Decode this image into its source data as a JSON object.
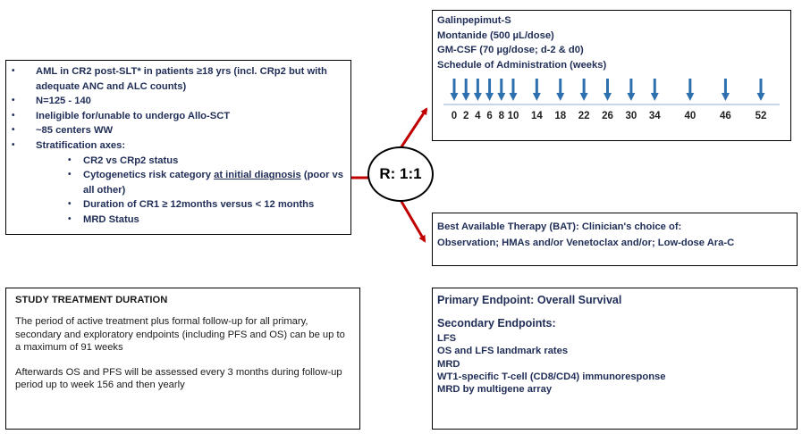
{
  "eligibility": {
    "items": [
      "AML in CR2 post-SLT* in patients ≥18 yrs (incl. CRp2 but with adequate ANC  and ALC counts)",
      "N=125 - 140",
      "Ineligible for/unable to undergo Allo-SCT",
      "~85 centers WW",
      "Stratification axes:"
    ],
    "strat": {
      "cr2": "CR2 vs CRp2  status",
      "cyto_prefix": "Cytogenetics  risk category ",
      "cyto_underlined": "at initial diagnosis",
      "cyto_suffix": " (poor vs all other)",
      "duration": "Duration of CR1 ≥ 12months versus < 12 months",
      "mrd": "MRD Status"
    }
  },
  "randomization": {
    "label": "R: 1:1"
  },
  "arm_a": {
    "lines": [
      "Galinpepimut-S",
      "Montanide (500 µL/dose)",
      "GM-CSF  (70 µg/dose;  d-2 & d0)",
      "Schedule of Administration  (weeks)"
    ],
    "weeks": [
      "0",
      "2",
      "4",
      "6",
      "8",
      "10",
      "14",
      "18",
      "22",
      "26",
      "30",
      "34",
      "40",
      "46",
      "52"
    ],
    "arrow_color": "#2e6fad",
    "axis_color": "#c7d6ea"
  },
  "arm_b": {
    "line1": "Best Available Therapy (BAT):  Clinician's  choice of:",
    "line2": "Observation;  HMAs and/or Venetoclax   and/or;  Low-dose Ara-C"
  },
  "duration": {
    "title": "STUDY TREATMENT  DURATION",
    "para1": "The period of active treatment plus formal follow-up for all primary, secondary and exploratory endpoints (including PFS and OS) can be up to a maximum of 91 weeks",
    "para2": "Afterwards OS and PFS will be assessed every 3 months during follow-up period up to week 156 and then yearly"
  },
  "endpoints": {
    "primary": "Primary Endpoint:   Overall Survival",
    "secondary_title": "Secondary Endpoints:",
    "secondary": [
      "LFS",
      "OS and LFS landmark rates",
      "MRD",
      "WT1-specific T-cell (CD8/CD4)  immunoresponse",
      "MRD by multigene array"
    ]
  },
  "colors": {
    "connector": "#c00000",
    "text": "#1f2d57"
  }
}
